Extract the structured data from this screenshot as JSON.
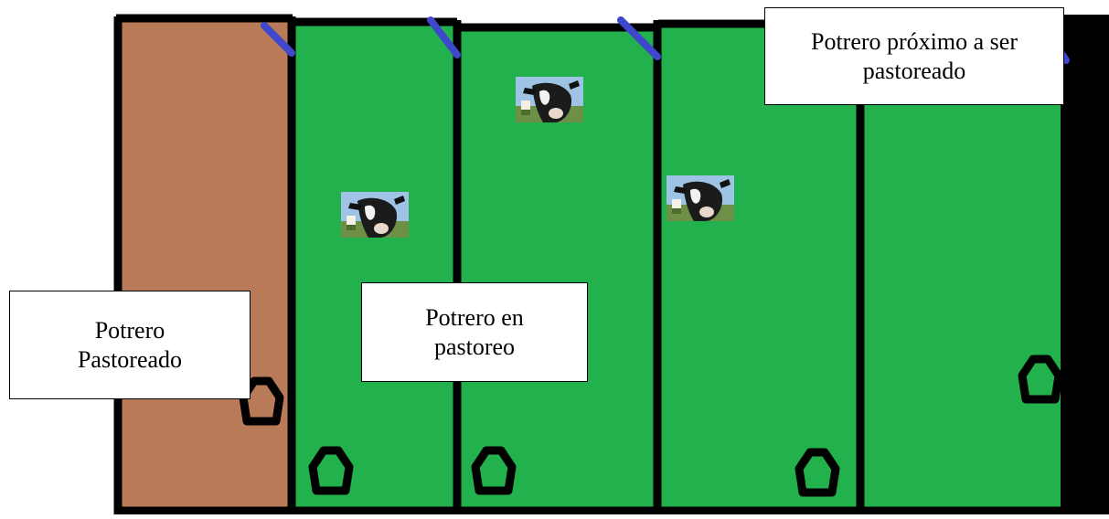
{
  "colors": {
    "frame": "#000000",
    "grazed_fill": "#b87a57",
    "grass_fill": "#22b14c",
    "gate": "#3f48cc",
    "label_bg": "#ffffff"
  },
  "paddocks": [
    {
      "state": "grazed",
      "fill": "brown"
    },
    {
      "state": "grass",
      "fill": "green"
    },
    {
      "state": "grass",
      "fill": "green"
    },
    {
      "state": "grass",
      "fill": "green"
    },
    {
      "state": "grass",
      "fill": "green"
    }
  ],
  "icons": {
    "cow": "cow-photo-icon",
    "water_trough": "water-trough-icon",
    "gate": "gate-icon"
  },
  "labels": {
    "grazed": {
      "line1": "Potrero",
      "line2": "Pastoreado"
    },
    "grazing": {
      "line1": "Potrero en",
      "line2": "pastoreo"
    },
    "next": {
      "line1": "Potrero próximo a ser",
      "line2": "pastoreado"
    }
  }
}
